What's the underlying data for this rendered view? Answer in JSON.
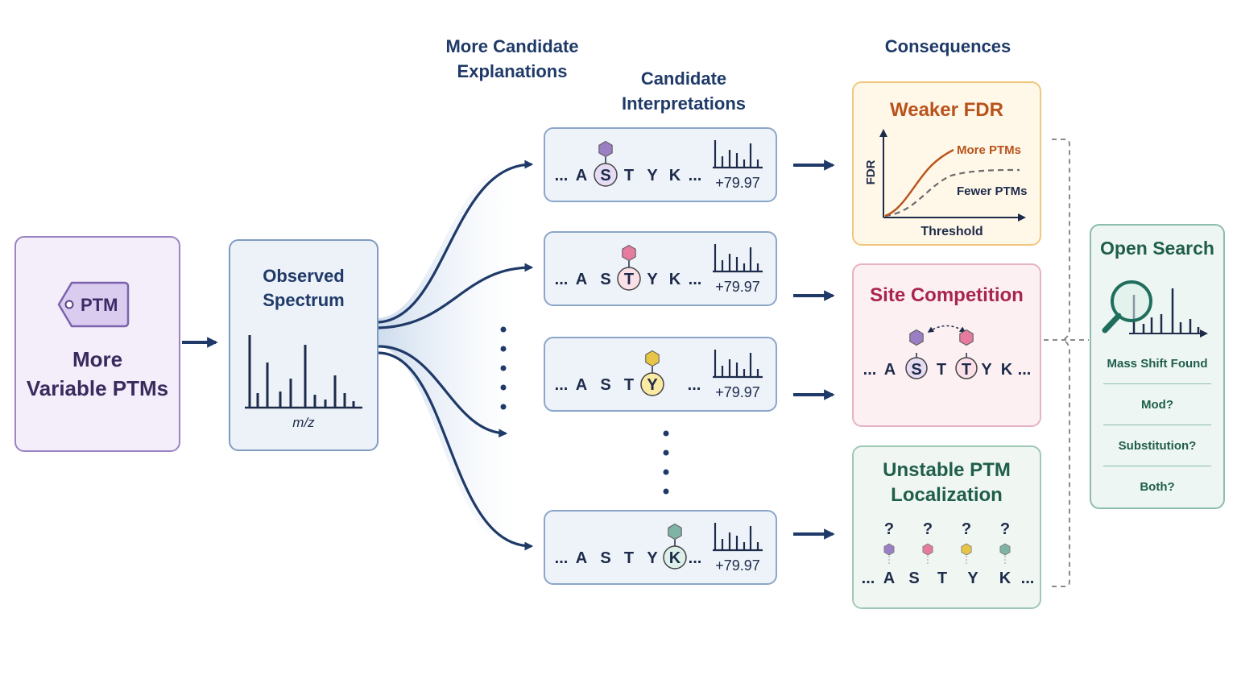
{
  "headings": {
    "more_candidates": [
      "More Candidate",
      "Explanations"
    ],
    "candidate_interp": [
      "Candidate",
      "Interpretations"
    ],
    "consequences": "Consequences"
  },
  "ptm_box": {
    "tag": "PTM",
    "title": [
      "More",
      "Variable PTMs"
    ]
  },
  "spectrum_box": {
    "title": [
      "Observed",
      "Spectrum"
    ],
    "axis": "m/z"
  },
  "ellipsis": "...",
  "candidates": [
    {
      "residues": [
        "A",
        "S",
        "T",
        "Y",
        "K"
      ],
      "modified_index": 1,
      "mod_color": "#9b7fc4",
      "circle_fill": "#e6dcf3",
      "mass": "+79.97"
    },
    {
      "residues": [
        "A",
        "S",
        "T",
        "Y",
        "K"
      ],
      "modified_index": 2,
      "mod_color": "#e67ba0",
      "circle_fill": "#fbe0e8",
      "mass": "+79.97"
    },
    {
      "residues": [
        "A",
        "S",
        "T",
        "Y"
      ],
      "modified_index": 3,
      "mod_color": "#e8c547",
      "circle_fill": "#fbeaa3",
      "mass": "+79.97"
    },
    {
      "residues": [
        "A",
        "S",
        "T",
        "Y",
        "K"
      ],
      "modified_index": 4,
      "mod_color": "#7fb3a6",
      "circle_fill": "#dcefe9",
      "mass": "+79.97"
    }
  ],
  "fdr": {
    "title": "Weaker FDR",
    "ylabel": "FDR",
    "xlabel": "Threshold",
    "more_label": "More PTMs",
    "fewer_label": "Fewer PTMs"
  },
  "site": {
    "title": "Site Competition",
    "residues": [
      "A",
      "S",
      "T",
      "T",
      "Y",
      "K"
    ]
  },
  "unstable": {
    "title": [
      "Unstable PTM",
      "Localization"
    ],
    "question": "?",
    "residues": [
      "A",
      "S",
      "T",
      "Y",
      "K"
    ]
  },
  "open_search": {
    "title": "Open Search",
    "items": [
      "Mass Shift Found",
      "Mod?",
      "Substitution?",
      "Both?"
    ]
  },
  "colors": {
    "navy": "#1f3a68",
    "purple": "#9b7fc4",
    "pink": "#e67ba0",
    "yellow": "#e8c547",
    "teal": "#7fb3a6",
    "fdr_orange": "#b8531b",
    "site_red": "#a8254f",
    "green": "#1f5e4a"
  }
}
